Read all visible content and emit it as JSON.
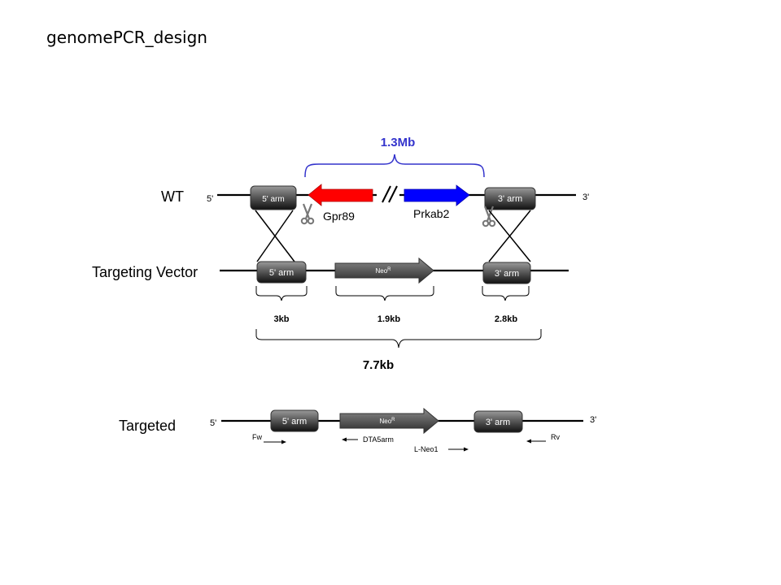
{
  "title": "genomePCR_design",
  "rows": {
    "wt": "WT",
    "targeting_vector": "Targeting Vector",
    "targeted": "Targeted"
  },
  "ends": {
    "five_prime": "5'",
    "three_prime": "3'"
  },
  "arms": {
    "five": "5' arm",
    "three": "3' arm"
  },
  "genes": {
    "gpr89": "Gpr89",
    "prkab2": "Prkab2"
  },
  "distance": "1.3Mb",
  "neo": {
    "base": "Neo",
    "sup": "R"
  },
  "sizes": {
    "arm5": "3kb",
    "neo": "1.9kb",
    "arm3": "2.8kb",
    "total": "7.7kb"
  },
  "primers": {
    "fw": "Fw",
    "dta5arm": "DTA5arm",
    "lneo1": "L-Neo1",
    "rv": "Rv"
  },
  "colors": {
    "gpr89": "#ff0000",
    "prkab2": "#0000ff",
    "bracket_1_3mb": "#3333cc"
  }
}
